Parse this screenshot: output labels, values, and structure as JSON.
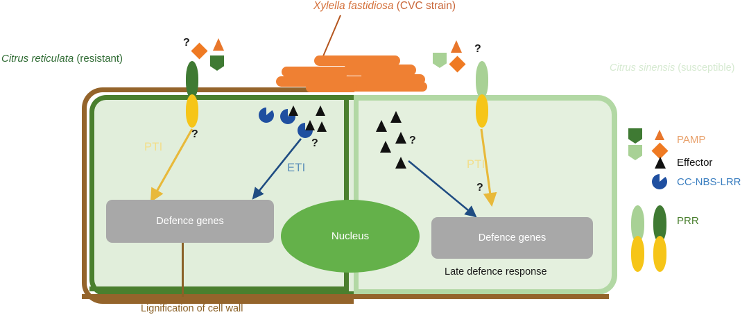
{
  "figure": {
    "title_species": "Xylella fastidiosa",
    "title_strain": " (CVC strain)",
    "left_species": "Citrus reticulata",
    "left_status": " (resistant)",
    "right_species": "Citrus sinensis",
    "right_status": " (susceptible)"
  },
  "left_cell": {
    "pti_label": "PTI",
    "eti_label": "ETI",
    "pti_qmark": "?",
    "eti_qmark": "?",
    "defence_genes": "Defence genes",
    "lignification": "Lignification of cell wall"
  },
  "right_cell": {
    "pti_label": "PTI",
    "pti_qmark": "?",
    "eti_qmark": "?",
    "defence_genes": "Defence genes",
    "late_response": "Late defence response"
  },
  "nucleus": {
    "label": "Nucleus"
  },
  "receptors": {
    "left_qmark": "?",
    "right_qmark": "?"
  },
  "legend": {
    "items": [
      {
        "label": "PAMP",
        "icon": "pamp-shapes"
      },
      {
        "label": "Effector",
        "icon": "black-triangle-icon"
      },
      {
        "label": "CC-NBS-LRR",
        "icon": "pacman-circle-icon"
      },
      {
        "label": "PRR",
        "icon": "receptor-shape-icon"
      }
    ]
  },
  "colors": {
    "bacteria_orange": "#ef8033",
    "pamp_orange": "#ef7a23",
    "effector_black": "#111111",
    "nbs_blue": "#1f4fa0",
    "pti_yellow": "#f2de8a",
    "eti_blue": "#5b8fb9",
    "prr_dark_green": "#3f7a33",
    "prr_light_green": "#a8d195",
    "prr_yellow": "#f6c518",
    "cell_wall_brown": "#94642b",
    "cell_wall_dark_green": "#4a7f2e",
    "cell_wall_light_green": "#b2d8a4",
    "nucleus_green": "#64b14a",
    "gene_box_gray": "#a8a8a8"
  }
}
